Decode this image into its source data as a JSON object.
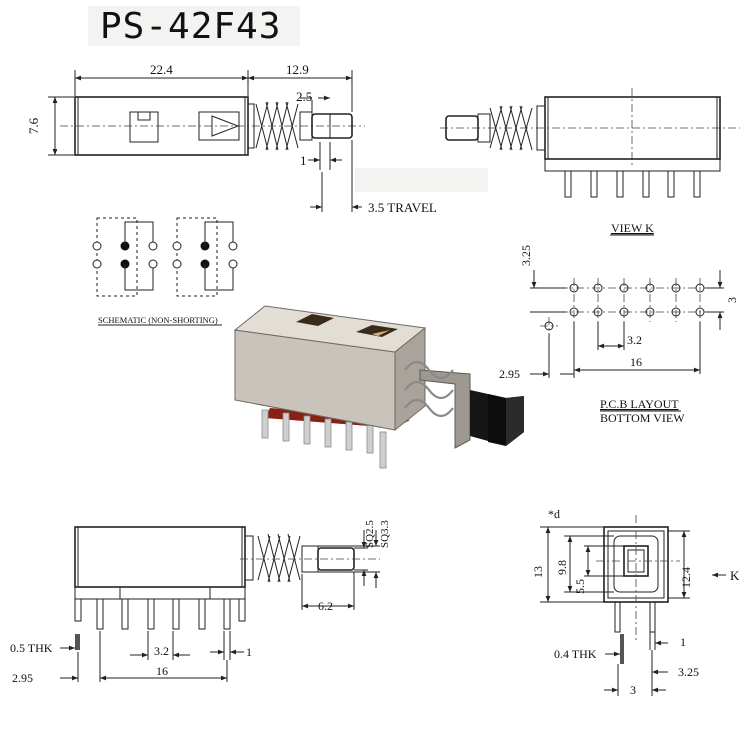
{
  "title": "PS-42F43",
  "top_view": {
    "dim_body_length": "22.4",
    "dim_plunger_length": "12.9",
    "dim_height": "7.6",
    "dim_shaft": "2.5",
    "dim_offset": "1",
    "dim_travel": "3.5 TRAVEL"
  },
  "view_k": {
    "label": "VIEW K"
  },
  "schematic": {
    "label": "SCHEMATIC (NON-SHORTING)"
  },
  "pcb_layout": {
    "label_line1": "P.C.B LAYOUT",
    "label_line2": "BOTTOM VIEW",
    "dim_row_pitch": "3.25",
    "dim_row_gap": "3",
    "dim_pin_pitch": "3.2",
    "dim_span": "16",
    "dim_offset": "2.95"
  },
  "side_view": {
    "dim_sq25": "SQ2.5",
    "dim_sq33": "SQ3.3",
    "dim_plunger": "6.2",
    "dim_thickness": "0.5 THK",
    "dim_pitch": "3.2",
    "dim_edge": "1",
    "dim_offset": "2.95",
    "dim_span": "16"
  },
  "end_view": {
    "note": "*d",
    "dim_height": "13",
    "dim_window": "9.8",
    "dim_window_inner": "5.5",
    "dim_right": "12.4",
    "dim_k": "K",
    "dim_thickness": "0.4 THK",
    "dim_edge": "1",
    "dim_offset": "3.25",
    "dim_width": "3"
  }
}
